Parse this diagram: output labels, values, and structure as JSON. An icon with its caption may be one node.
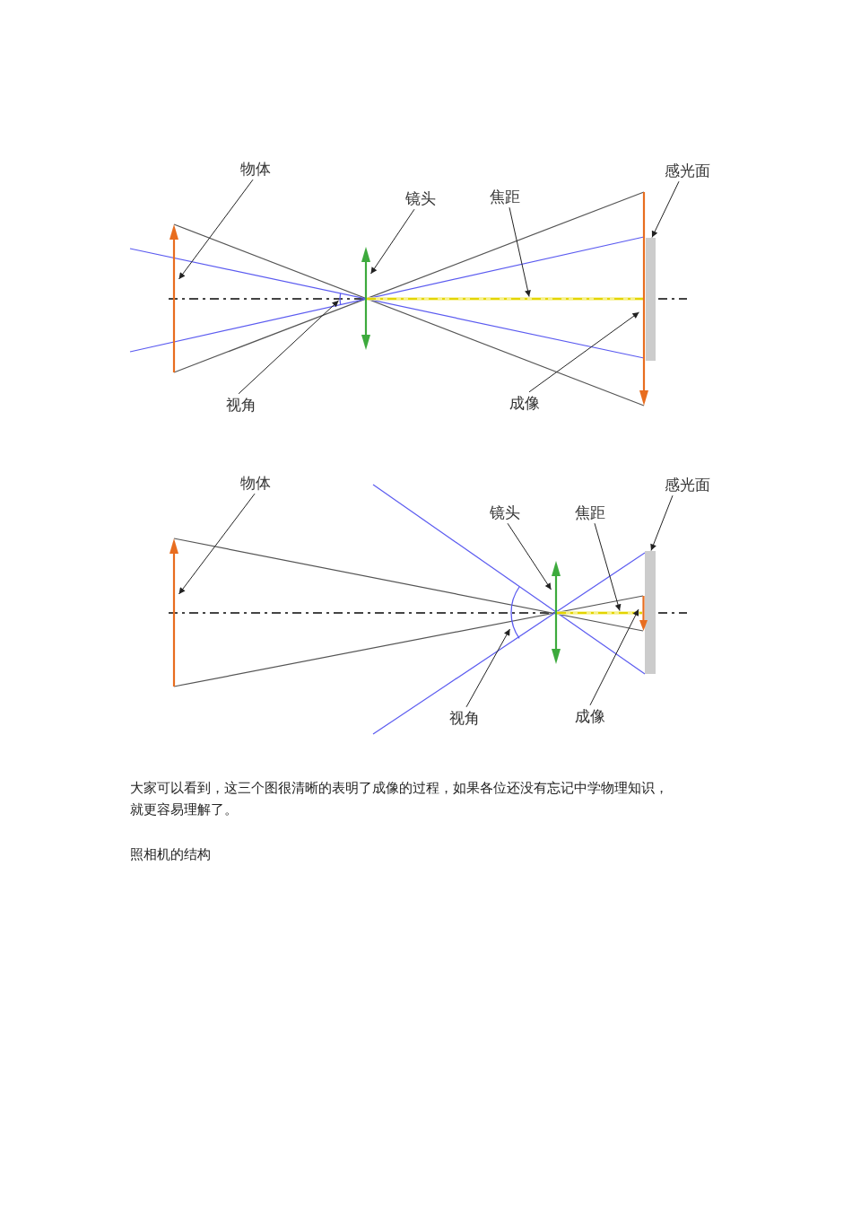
{
  "diagram": {
    "nodes": [
      {
        "text": [
          "物体"
        ]
      },
      {
        "text": [],
        "shape": "arrow"
      },
      {
        "text": [
          "镜头"
        ]
      },
      {
        "text": [],
        "shape": "arrow"
      },
      {
        "text": [
          "焦距"
        ]
      },
      {
        "text": [],
        "shape": "line"
      },
      {
        "text": [
          "感光面"
        ]
      },
      {
        "text": [],
        "shape": "bar"
      },
      {
        "text": [
          "视角"
        ]
      },
      {
        "text": [],
        "shape": "arc"
      },
      {
        "text": [
          "成像"
        ]
      },
      {
        "text": [],
        "shape": "arrow"
      },
      {
        "text": [
          "物体"
        ]
      },
      {
        "text": [],
        "shape": "arrow"
      },
      {
        "text": [
          "镜头"
        ]
      },
      {
        "text": [],
        "shape": "arrow"
      },
      {
        "text": [
          "焦距"
        ]
      },
      {
        "text": [],
        "shape": "line"
      },
      {
        "text": [
          "感光面"
        ]
      },
      {
        "text": [],
        "shape": "bar"
      },
      {
        "text": [
          "视角"
        ]
      },
      {
        "text": [],
        "shape": "arc"
      },
      {
        "text": [
          "成像"
        ]
      },
      {
        "text": [],
        "shape": "arrow"
      }
    ],
    "edges": [
      {
        "from": 0,
        "to": 1,
        "arrow": "to"
      },
      {
        "from": 2,
        "to": 3,
        "arrow": "to"
      },
      {
        "from": 4,
        "to": 5,
        "arrow": "to"
      },
      {
        "from": 6,
        "to": 7,
        "arrow": "to"
      },
      {
        "from": 8,
        "to": 9,
        "arrow": "to"
      },
      {
        "from": 10,
        "to": 11,
        "arrow": "to"
      },
      {
        "from": 12,
        "to": 13,
        "arrow": "to"
      },
      {
        "from": 14,
        "to": 15,
        "arrow": "to"
      },
      {
        "from": 16,
        "to": 17,
        "arrow": "to"
      },
      {
        "from": 18,
        "to": 19,
        "arrow": "to"
      },
      {
        "from": 20,
        "to": 21,
        "arrow": "to"
      },
      {
        "from": 22,
        "to": 23,
        "arrow": "to"
      }
    ],
    "labels": [
      "大家可以看到，这三个图很清晰的表明了成像的过程，如果各位还没有忘记中学物理知识，就更容易理解了。",
      "照相机的结构"
    ]
  }
}
